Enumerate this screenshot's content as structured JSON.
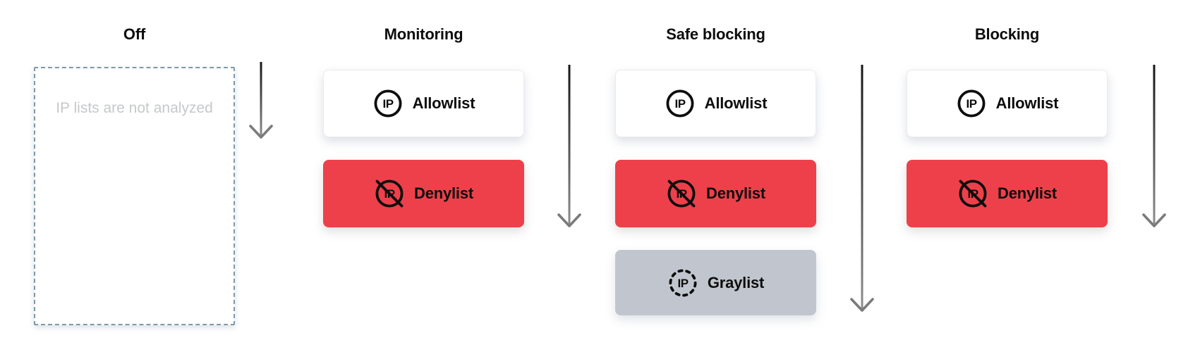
{
  "columns": [
    {
      "id": "off",
      "title": "Off",
      "empty_text": "IP lists are not analyzed",
      "cards": []
    },
    {
      "id": "monitoring",
      "title": "Monitoring",
      "cards": [
        {
          "type": "allowlist",
          "label": "Allowlist"
        },
        {
          "type": "denylist",
          "label": "Denylist"
        }
      ]
    },
    {
      "id": "safe-blocking",
      "title": "Safe blocking",
      "cards": [
        {
          "type": "allowlist",
          "label": "Allowlist"
        },
        {
          "type": "denylist",
          "label": "Denylist"
        },
        {
          "type": "graylist",
          "label": "Graylist"
        }
      ]
    },
    {
      "id": "blocking",
      "title": "Blocking",
      "cards": [
        {
          "type": "allowlist",
          "label": "Allowlist"
        },
        {
          "type": "denylist",
          "label": "Denylist"
        }
      ]
    }
  ],
  "icons": {
    "allowlist": "ip-circle-icon",
    "denylist": "ip-circle-crossed-icon",
    "graylist": "ip-circle-dashed-icon"
  },
  "colors": {
    "denylist_bg": "#ee404a",
    "graylist_bg": "#c1c6ce",
    "allowlist_bg": "#ffffff",
    "dashed_border": "#7e99a9",
    "empty_text": "#c6c8ca",
    "label": "#0d0d0d",
    "arrow_start": "#161616",
    "arrow_end": "#8f8f8f",
    "arrow_head": "#7b7b7b"
  }
}
